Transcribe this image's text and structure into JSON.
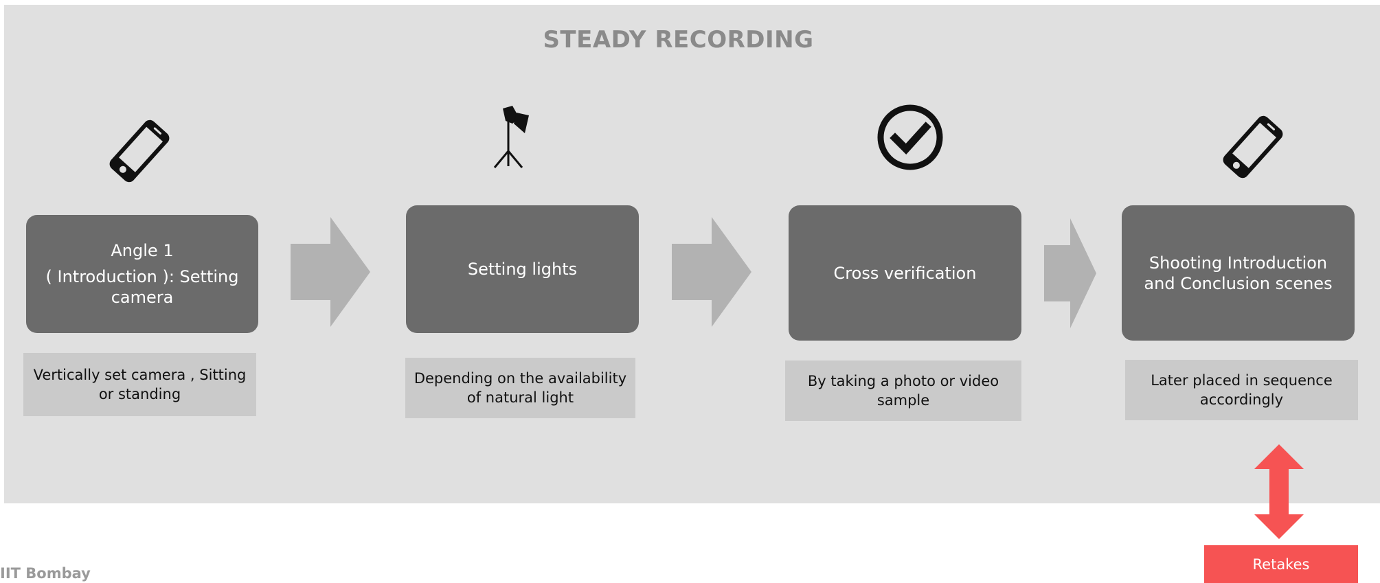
{
  "title": "STEADY RECORDING",
  "steps": [
    {
      "icon": "smartphone-icon",
      "lines": [
        "Angle 1",
        "( Introduction ): Setting camera"
      ],
      "note": "Vertically set camera , Sitting or standing"
    },
    {
      "icon": "studio-light-icon",
      "lines": [
        "Setting lights"
      ],
      "note": "Depending on the availability of natural light"
    },
    {
      "icon": "check-circle-icon",
      "lines": [
        "Cross verification"
      ],
      "note": "By taking a photo or video sample"
    },
    {
      "icon": "smartphone-icon",
      "lines": [
        "Shooting Introduction and Conclusion scenes"
      ],
      "note": "Later placed in sequence accordingly"
    }
  ],
  "retakes_label": "Retakes",
  "footer": "IIT Bombay",
  "colors": {
    "panel": "#e0e0e0",
    "step_box": "#6b6b6b",
    "note_box": "#cacaca",
    "arrow": "#b2b2b2",
    "retakes": "#f65353"
  }
}
